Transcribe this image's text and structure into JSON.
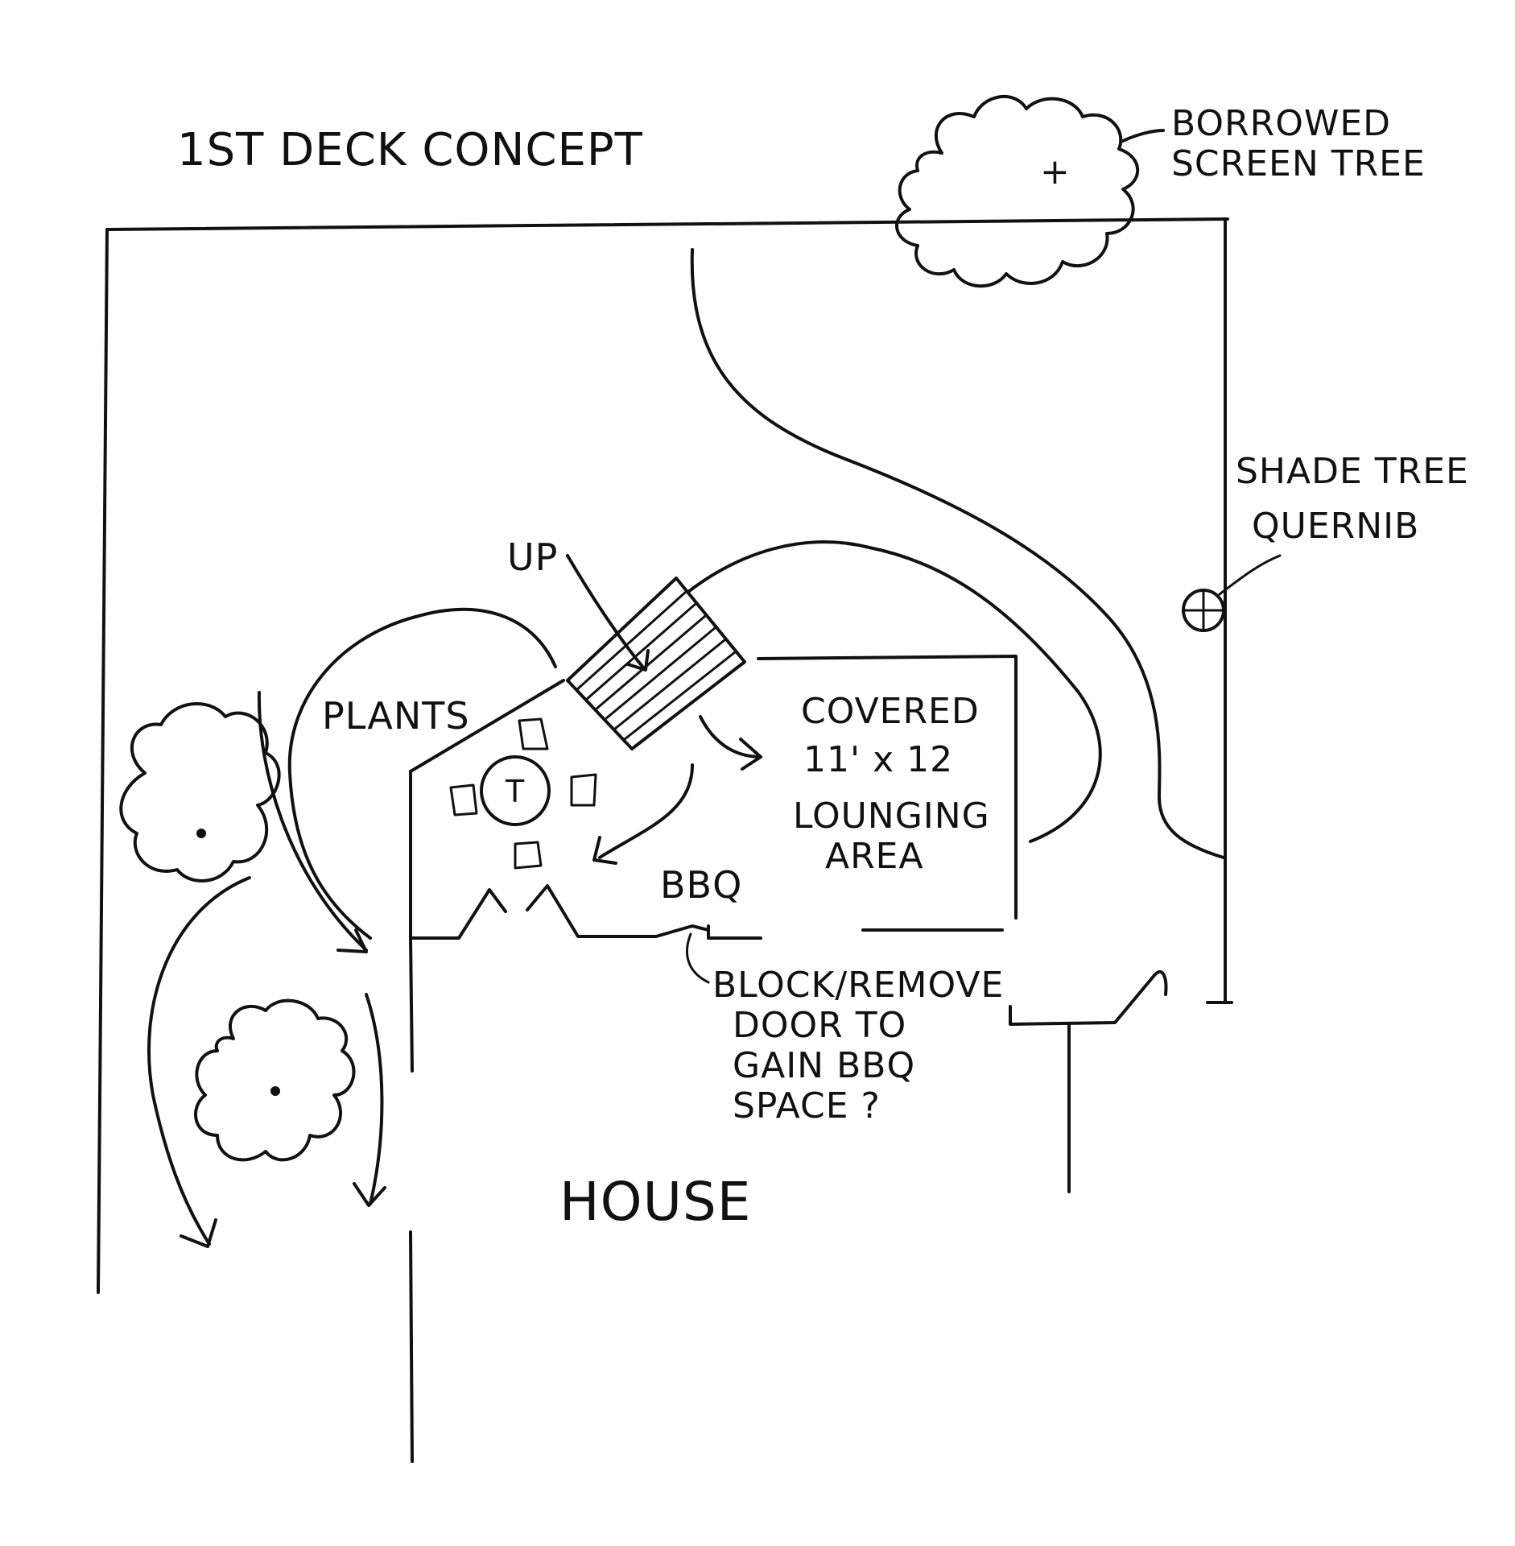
{
  "title": "1ST DECK CONCEPT",
  "labels": {
    "borrowed_tree_line1": "BORROWED",
    "borrowed_tree_line2": "SCREEN TREE",
    "shade_tree_line1": "SHADE TREE",
    "shade_tree_line2": "QUERNIB",
    "up": "UP",
    "plants": "PLANTS",
    "covered_line1": "COVERED",
    "covered_line2": "11' x 12",
    "covered_line3": "LOUNGING",
    "covered_line4": "AREA",
    "bbq": "BBQ",
    "note_line1": "BLOCK/REMOVE",
    "note_line2": "DOOR TO",
    "note_line3": "GAIN BBQ",
    "note_line4": "SPACE ?",
    "house": "HOUSE",
    "table": "T",
    "tree_marker": "+"
  },
  "colors": {
    "ink": "#111111",
    "paper": "#ffffff"
  }
}
